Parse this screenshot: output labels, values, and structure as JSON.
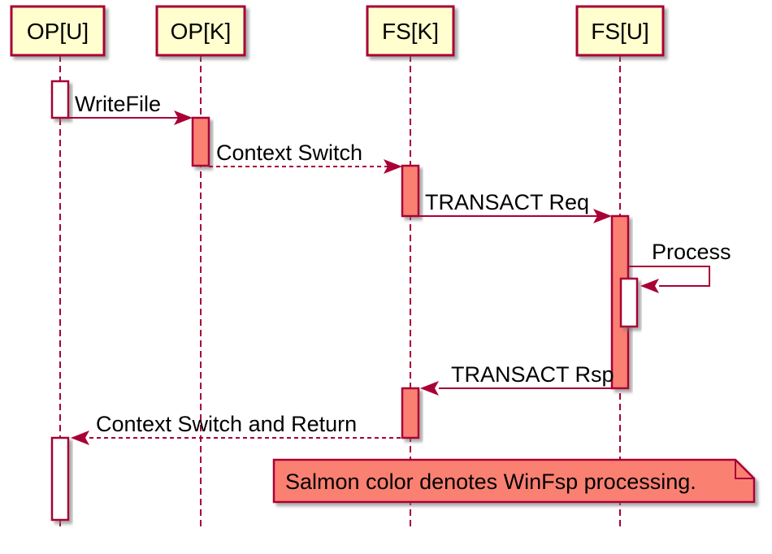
{
  "diagram": {
    "type": "uml-sequence-diagram"
  },
  "participants": [
    {
      "label": "OP[U]"
    },
    {
      "label": "OP[K]"
    },
    {
      "label": "FS[K]"
    },
    {
      "label": "FS[U]"
    }
  ],
  "messages": {
    "write_file": "WriteFile",
    "context_switch": "Context Switch",
    "transact_req": "TRANSACT Req",
    "process": "Process",
    "transact_rsp": "TRANSACT Rsp",
    "context_switch_return": "Context Switch and Return"
  },
  "note": {
    "text": "Salmon color denotes WinFsp processing."
  },
  "colors": {
    "participant_fill": "#FEFECE",
    "border": "#A80036",
    "salmon": "#FA8072",
    "text": "#000000"
  }
}
